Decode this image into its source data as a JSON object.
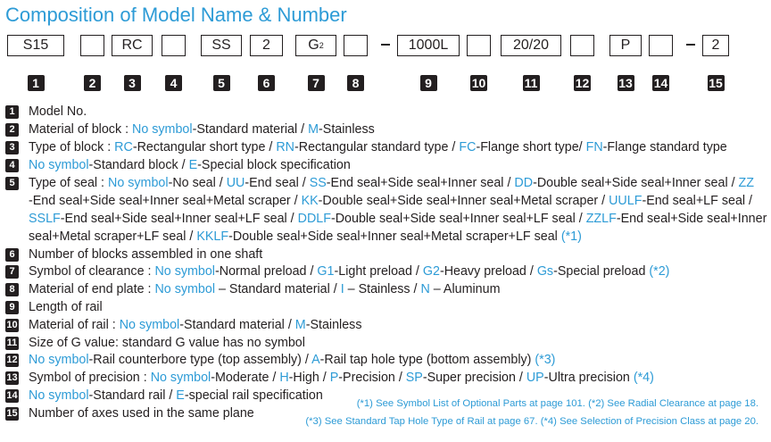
{
  "title": "Composition of Model Name & Number",
  "boxes": [
    "S15",
    "",
    "RC",
    "",
    "SS",
    "2",
    "G",
    "",
    "1000L",
    "",
    "20/20",
    "",
    "P",
    "",
    "2"
  ],
  "g_sub": "2",
  "dash": "–",
  "numbers": [
    "1",
    "2",
    "3",
    "4",
    "5",
    "6",
    "7",
    "8",
    "9",
    "10",
    "11",
    "12",
    "13",
    "14",
    "15"
  ],
  "items": {
    "i1": "Model No.",
    "i2": [
      "Material of block : ",
      "No symbol",
      "-Standard material / ",
      "M",
      "-Stainless"
    ],
    "i3": [
      "Type of block : ",
      "RC",
      "-Rectangular short type / ",
      "RN",
      "-Rectangular standard type / ",
      "FC",
      "-Flange short type/ ",
      "FN",
      "-Flange standard type"
    ],
    "i4": [
      "No symbol",
      "-Standard block / ",
      "E",
      "-Special block specification"
    ],
    "i5_l1": [
      "Type of seal : ",
      "No symbol",
      "-No seal / ",
      "UU",
      "-End seal / ",
      "SS",
      "-End seal+Side seal+Inner seal / ",
      "DD",
      "-Double seal+Side seal+Inner seal / ",
      "ZZ"
    ],
    "i5_l2": [
      "-End seal+Side seal+Inner seal+Metal scraper / ",
      "KK",
      "-Double seal+Side seal+Inner seal+Metal scraper / ",
      "UULF",
      "-End seal+LF seal /"
    ],
    "i5_l3": [
      "SSLF",
      "-End seal+Side seal+Inner seal+LF seal / ",
      "DDLF",
      "-Double seal+Side seal+Inner seal+LF seal / ",
      "ZZLF",
      "-End seal+Side seal+Inner"
    ],
    "i5_l4": [
      "seal+Metal scraper+LF seal / ",
      "KKLF",
      "-Double seal+Side seal+Inner seal+Metal scraper+LF seal ",
      "(*1)"
    ],
    "i6": "Number of blocks assembled in one shaft",
    "i7": [
      "Symbol of clearance : ",
      "No symbol",
      "-Normal preload / ",
      "G1",
      "-Light preload / ",
      "G2",
      "-Heavy preload / ",
      "Gs",
      "-Special preload  ",
      "(*2)"
    ],
    "i8": [
      "Material of end plate : ",
      "No symbol",
      " – Standard material / ",
      "I",
      " – Stainless / ",
      "N",
      " – Aluminum"
    ],
    "i9": "Length of rail",
    "i10": [
      "Material of rail : ",
      "No symbol",
      "-Standard material / ",
      "M",
      "-Stainless"
    ],
    "i11": "Size of G value: standard G value has no symbol",
    "i12": [
      "No symbol",
      "-Rail counterbore type (top assembly) / ",
      "A",
      "-Rail tap hole type (bottom assembly) ",
      "(*3)"
    ],
    "i13": [
      "Symbol of precision : ",
      "No symbol",
      "-Moderate / ",
      "H",
      "-High / ",
      "P",
      "-Precision / ",
      "SP",
      "-Super precision / ",
      "UP",
      "-Ultra precision  ",
      "(*4)"
    ],
    "i14": [
      "No symbol",
      "-Standard rail / ",
      "E",
      "-special rail specification"
    ],
    "i15": "Number of axes used in the same plane"
  },
  "notes": {
    "n1": "(*1) See Symbol List of Optional Parts at page 101.   (*2) See Radial Clearance at page 18.",
    "n2": "(*3) See Standard Tap Hole Type of Rail at page 67.   (*4) See Selection of Precision Class at page 20."
  },
  "colors": {
    "accent": "#2d9bd6",
    "text": "#231f20",
    "badge": "#231f20"
  }
}
